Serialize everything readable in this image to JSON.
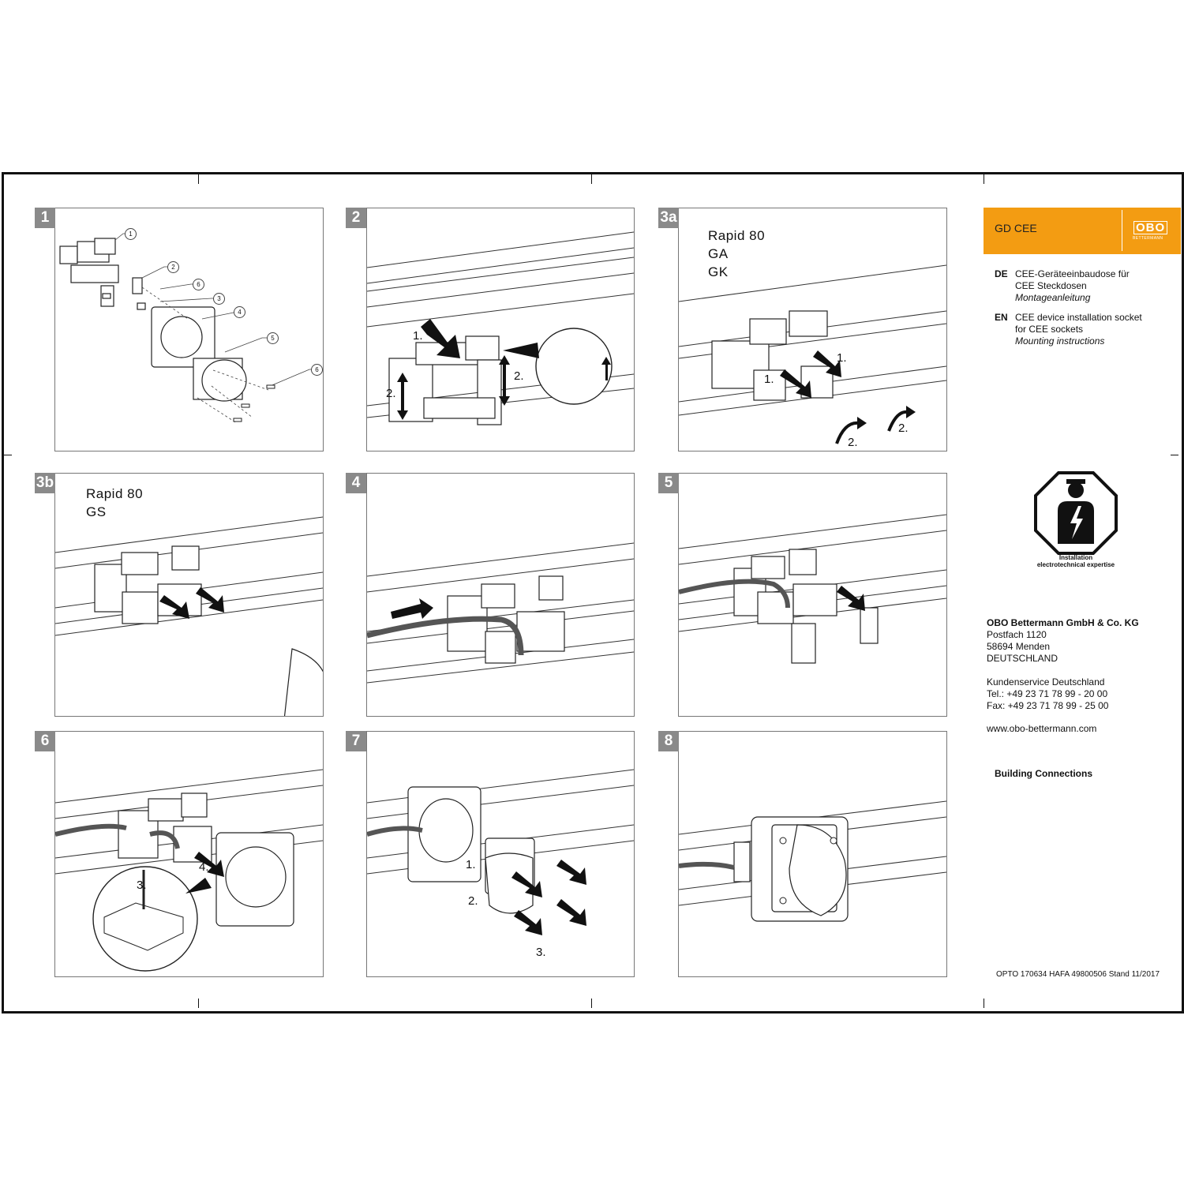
{
  "panels": [
    {
      "num": "1",
      "title": ""
    },
    {
      "num": "2",
      "title": ""
    },
    {
      "num": "3a",
      "title": "Rapid 80\nGA\nGK"
    },
    {
      "num": "3b",
      "title": "Rapid 80\nGS"
    },
    {
      "num": "4",
      "title": ""
    },
    {
      "num": "5",
      "title": ""
    },
    {
      "num": "6",
      "title": ""
    },
    {
      "num": "7",
      "title": ""
    },
    {
      "num": "8",
      "title": ""
    }
  ],
  "callouts": [
    "1",
    "2",
    "6",
    "3",
    "4",
    "5",
    "6"
  ],
  "steps": {
    "one": "1.",
    "two": "2.",
    "three": "3.",
    "four": "4."
  },
  "product": {
    "code": "GD CEE",
    "accent": "#f39c12"
  },
  "brand": {
    "logo": "OBO",
    "logo_sub": "BETTERMANN"
  },
  "langs": [
    {
      "code": "DE",
      "line1": "CEE-Geräteeinbaudose für",
      "line2": "CEE Steckdosen",
      "line3": "Montageanleitung"
    },
    {
      "code": "EN",
      "line1": "CEE device installation socket",
      "line2": "for CEE sockets",
      "line3": "Mounting instructions"
    }
  ],
  "badge": {
    "icon": "electrician-warning-icon",
    "caption1": "Installation",
    "caption2": "electrotechnical expertise"
  },
  "company": {
    "name": "OBO Bettermann GmbH & Co. KG",
    "street": "Postfach 1120",
    "city": "58694 Menden",
    "country": "DEUTSCHLAND",
    "service": "Kundenservice Deutschland",
    "tel": "Tel.: +49 23 71 78 99 - 20 00",
    "fax": "Fax: +49 23 71 78 99 - 25 00",
    "web": "www.obo-bettermann.com",
    "tagline": "Building Connections"
  },
  "footer": "OPTO 170634 HAFA 49800506 Stand 11/2017"
}
